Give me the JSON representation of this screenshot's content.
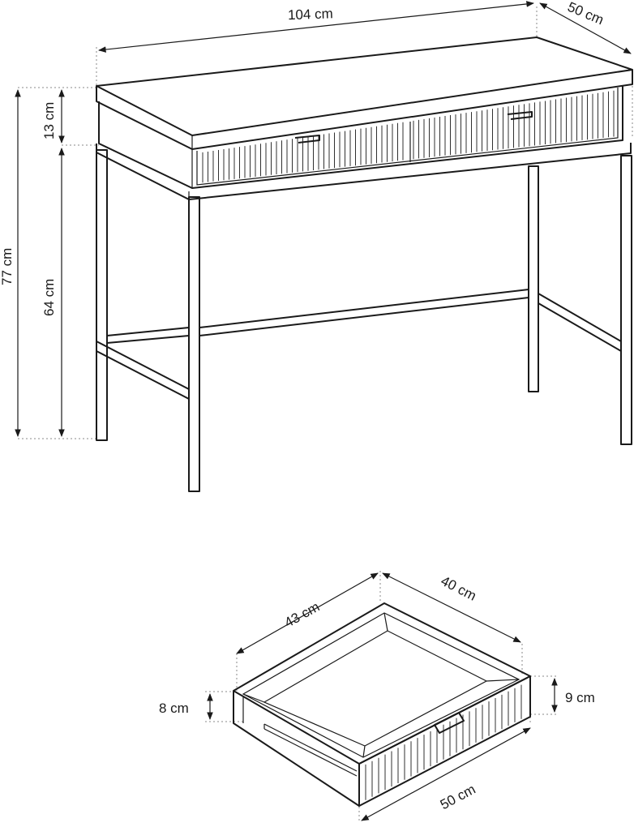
{
  "colors": {
    "line": "#1a1a1a",
    "dash": "#8a8a8a",
    "background": "#ffffff"
  },
  "desk": {
    "width_label": "104 cm",
    "depth_label": "50 cm",
    "total_height_label": "77 cm",
    "drawer_height_label": "13 cm",
    "leg_height_label": "64 cm"
  },
  "drawer": {
    "width_label": "43 cm",
    "depth_label": "40 cm",
    "inner_height_label": "8 cm",
    "front_height_label": "9 cm",
    "front_width_label": "50 cm"
  }
}
